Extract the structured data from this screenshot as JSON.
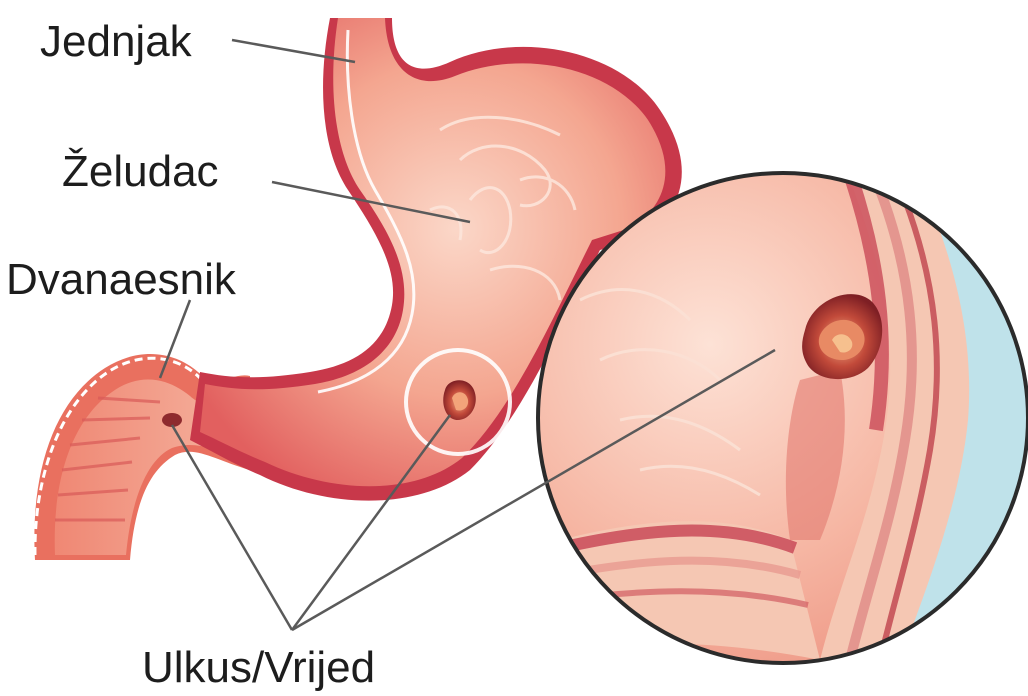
{
  "labels": {
    "esophagus": "Jednjak",
    "stomach": "Želudac",
    "duodenum": "Dvanaesnik",
    "ulcer": "Ulkus/Vrijed"
  },
  "colors": {
    "tissue_light": "#f6c2b0",
    "tissue_mid": "#ef8c76",
    "tissue_dark": "#d9505a",
    "tissue_deep": "#b22d3c",
    "outline_white": "#ffffff",
    "leader_line": "#5a5a5a",
    "inset_border": "#2b2b2b",
    "inset_background": "#bfe2ea",
    "text": "#1d1d1d"
  }
}
